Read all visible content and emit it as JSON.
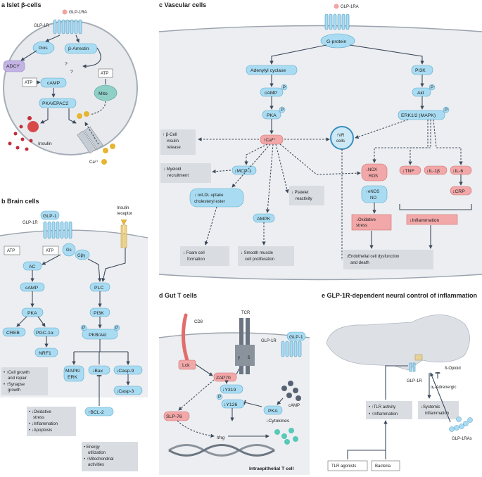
{
  "panels": {
    "a": {
      "letter": "a",
      "title": "Islet β-cells"
    },
    "b": {
      "letter": "b",
      "title": "Brain cells"
    },
    "c": {
      "letter": "c",
      "title": "Vascular cells"
    },
    "d": {
      "letter": "d",
      "title": "Gut T cells"
    },
    "e": {
      "letter": "e",
      "title": "GLP-1R-dependent neural control of inflammation"
    }
  },
  "a": {
    "glp1ra": "GLP-1RA",
    "glp1r": "GLP-1R",
    "gas": "Gαs",
    "adcy": "ADCY",
    "arrestin": "β-Arrestin",
    "q1": "?",
    "q2": "?",
    "atp1": "ATP",
    "camp": "cAMP",
    "pka": "PKA/EPAC2",
    "atp2": "ATP",
    "mito": "Mito",
    "insulin": "Insulin",
    "ca": "Ca²⁺"
  },
  "b": {
    "insulin_receptor": [
      "Insulin",
      "receptor"
    ],
    "glp1": "GLP-1",
    "glp1r": "GLP-1R",
    "atp1": "ATP",
    "atp2": "ATP",
    "gs": "Gs",
    "gbg": "Gβγ",
    "ac": "AC",
    "camp": "cAMP",
    "pka": "PKA",
    "creb": "CREB",
    "pgc": "PGC-1α",
    "nrf1": "NRF1",
    "plc": "PLC",
    "pi3k": "PI3K",
    "pkb": "PKB/Akt",
    "p": "P",
    "mapk": [
      "MAPK/",
      "ERK"
    ],
    "bax": "↓Bax",
    "casp9": "↓Casp-9",
    "casp3": "↓Casp-3",
    "bcl2": "↑BCL-2",
    "growth": [
      "• ↑Cell growth",
      "and repair",
      "• ↑Synapse",
      "growth"
    ],
    "stress": [
      "• ↓Oxidative",
      "stress",
      "• ↓Inflammation",
      "• ↓Apoptosis"
    ],
    "energy": [
      "• Energy",
      "utilization",
      "• ↑Mitochondrial",
      "activities"
    ]
  },
  "c": {
    "glp1ra": "GLP-1RA",
    "gprotein": "G-protein",
    "adenylyl": "Adenylyl cyclase",
    "camp": "cAMP",
    "pka": "PKA",
    "ca": "↑Ca²⁺",
    "pi3k": "PI3K",
    "akt": "Akt",
    "erk": "ERK1/2 (MAPK)",
    "p": "P",
    "beta": [
      "↑ β-Cell",
      "insulin",
      "release"
    ],
    "vr": [
      "↑VR",
      "cells"
    ],
    "myeloid": [
      "↓ Myeloid",
      "recruitment"
    ],
    "mcp": "↓MCP-1",
    "oxldl": [
      "↓ oxLDL uptake",
      "cholesteryl ester"
    ],
    "platelet": [
      "↓ Platelet",
      "reactivity"
    ],
    "ampk": "AMPK",
    "nox": [
      "↓NOX",
      "ROS"
    ],
    "enos": [
      "↑eNOS",
      "NO"
    ],
    "tnf": "↓TNF",
    "il1": "↓IL-1β",
    "il6": "↓IL-6",
    "crp": "↓CRP",
    "oxstress": [
      "↓Oxidative",
      "stress"
    ],
    "inflammation": "↓Inflammation",
    "foam": [
      "↓ Foam cell",
      "formation"
    ],
    "smooth": [
      "↓ Smooth muscle",
      "cell proliferation"
    ],
    "endo": [
      "↓Endothelial cell dysfunction",
      "and death"
    ]
  },
  "d": {
    "cd8": "CD8",
    "tcr": "TCR",
    "glp1r": "GLP-1R",
    "glp1": "GLP-1",
    "lck": "Lck",
    "zap70": "ZAP70",
    "y319": "↓Y319",
    "y126": "↓Y126",
    "p": "P",
    "pka": "PKA",
    "camp": "cAMP",
    "slp76": "SLP-76",
    "ifng": "Ifng",
    "cytokines": "↓Cytokines",
    "gamma": "γ",
    "delta": "δ",
    "cell": "Intraepithelial T cell"
  },
  "e": {
    "delta_opioid": "δ-Opioid",
    "glp1r": "GLP-1R",
    "alpha": "α₁-Adrenergic",
    "tlr": [
      "• ↑TLR activity",
      "• ↑Inflammation"
    ],
    "systemic": [
      "↓Systemic",
      "inflammation"
    ],
    "glp1ras": "GLP-1RAs",
    "tlr_agonists": "TLR agonists",
    "bacteria": "Bacteria"
  }
}
